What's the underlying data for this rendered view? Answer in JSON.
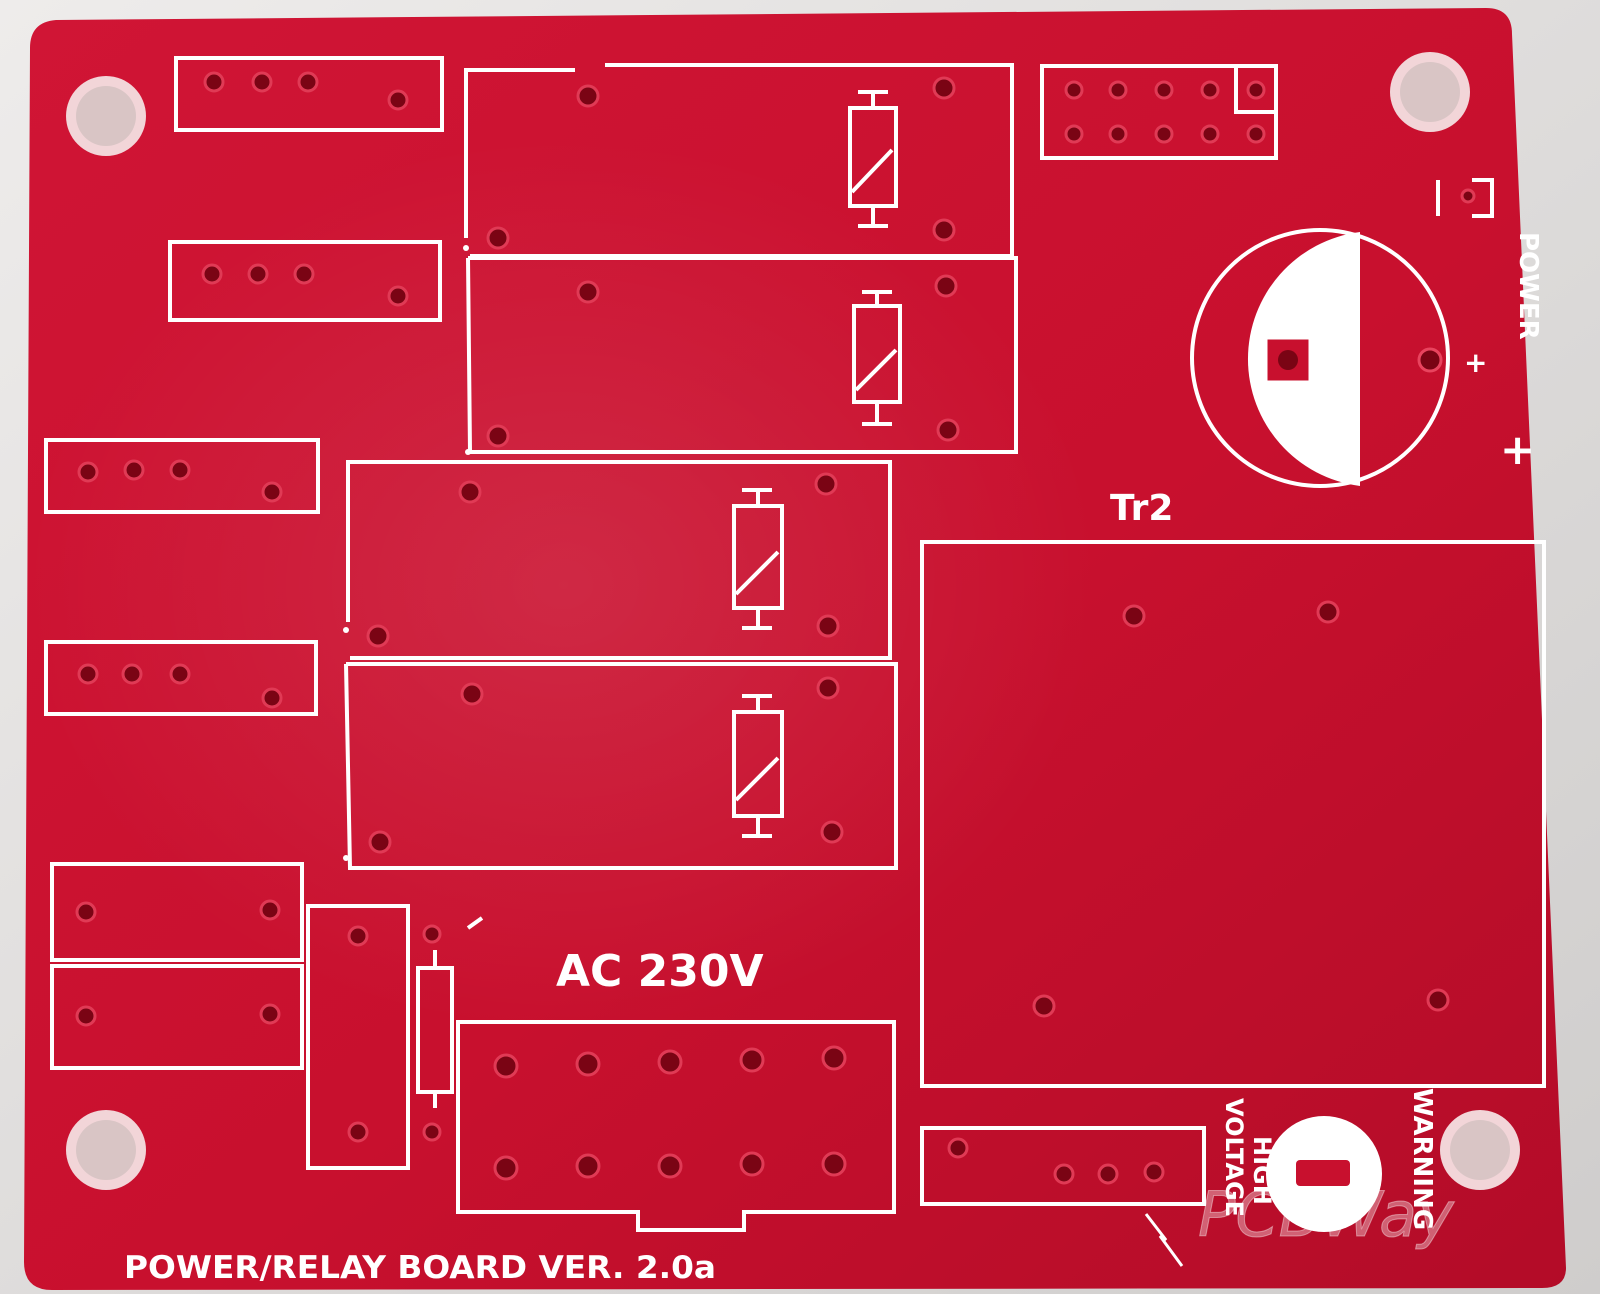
{
  "colors": {
    "background": "#e4e2e0",
    "board": "#c8102e",
    "silkscreen": "#ffffff",
    "drill": "#7a0414"
  },
  "labels": {
    "board_title": "POWER/RELAY BOARD VER. 2.0a",
    "ac_voltage": "AC 230V",
    "transformer": "Tr2",
    "power": "POWER",
    "plus": "+",
    "high": "HIGH",
    "voltage": "VOLTAGE",
    "warning": "WARNING",
    "watermark": "PCBWay"
  },
  "components": {
    "relays": 4,
    "screw_terminals_3pin": 4,
    "capacitor_polarity": "+",
    "mounting_holes": 4,
    "header_pins": 10
  }
}
